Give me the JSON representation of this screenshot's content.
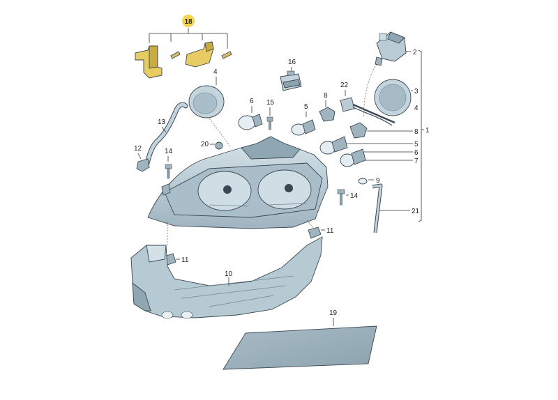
{
  "diagram": {
    "colors": {
      "part_fill": "#b6cad4",
      "part_dark": "#7f98a6",
      "part_light": "#d7e4ea",
      "bracket_yellow": "#e7cc63",
      "badge_yellow": "#f3d64e",
      "glass": "#9fb4bf"
    },
    "callouts": {
      "c18": "18",
      "c2": "2",
      "c3": "3",
      "c4_right": "4",
      "c4_left": "4",
      "c16": "16",
      "c22": "22",
      "c8_upper": "8",
      "c6_upper": "6",
      "c15": "15",
      "c5_upper": "5",
      "c13": "13",
      "c20": "20",
      "c12": "12",
      "c14_left": "14",
      "c8_right": "8",
      "c1": "1",
      "c5_right": "5",
      "c6_right": "6",
      "c7": "7",
      "c9": "9",
      "c14_right": "14",
      "c21": "21",
      "c11_right": "11",
      "c11_left": "11",
      "c10": "10",
      "c19": "19"
    }
  }
}
